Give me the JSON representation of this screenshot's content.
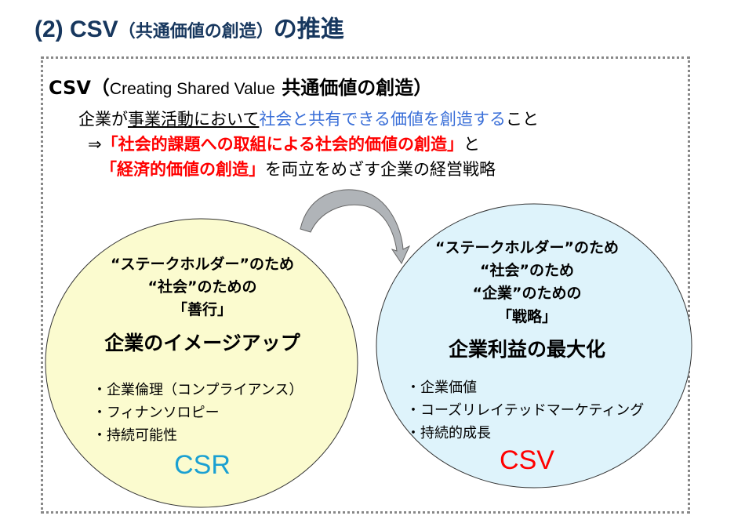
{
  "title": {
    "prefix": "(2) CSV",
    "paren": "（共通価値の創造）",
    "suffix": "の推進"
  },
  "definition": {
    "head": "CSV（",
    "english": "Creating Shared Value",
    "jp": "共通価値の創造）",
    "line1_a": "企業が",
    "line1_b": "事業活動において",
    "line1_c": "社会と共有できる価値を創造する",
    "line1_d": "こと",
    "line2_arrow": "⇒",
    "line2_red": "「社会的課題への取組による社会的価値の創造」",
    "line2_end": "と",
    "line3_red": "「経済的価値の創造」",
    "line3_end": "を両立をめざす企業の経営戦略"
  },
  "csr": {
    "lines": [
      "“ステークホルダー”のため",
      "“社会”のための",
      "「善行」"
    ],
    "headline": "企業のイメージアップ",
    "bullets": [
      "・企業倫理（コンプライアンス）",
      "・フィナンソロピー",
      "・持続可能性"
    ],
    "label": "CSR",
    "label_color": "#1aa0d2",
    "fill": "#fbfbcf"
  },
  "csv": {
    "lines": [
      "“ステークホルダー”のため",
      "“社会”のため",
      "“企業”のための",
      "「戦略」"
    ],
    "headline": "企業利益の最大化",
    "bullets": [
      "・企業価値",
      "・コーズリレイテッドマーケティング",
      "・持続的成長"
    ],
    "label": "CSV",
    "label_color": "#ff0000",
    "fill": "#def3fb"
  }
}
